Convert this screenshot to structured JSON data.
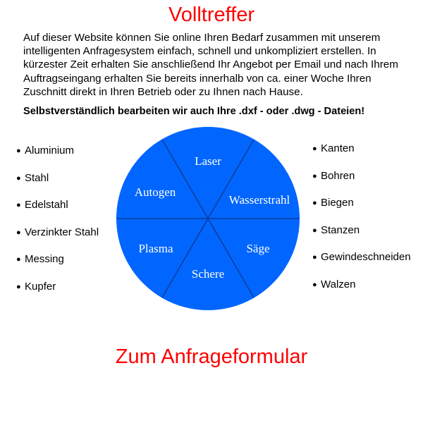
{
  "title": "Volltreffer",
  "intro": "Auf dieser Website können Sie online Ihren Bedarf zusammen mit unserem intelligenten Anfragesystem einfach, schnell und unkompliziert erstellen. In kürzester Zeit erhalten Sie anschließend Ihr Angebot per Email und nach Ihrem Auftragseingang erhalten Sie bereits innerhalb von ca. einer Woche Ihren Zuschnitt direkt in Ihren Betrieb oder zu Ihnen nach Hause.",
  "file_note": "Selbstverständlich bearbeiten wir auch Ihre .dxf - oder .dwg - Dateien!",
  "bullet": "●",
  "materials": [
    "Aluminium",
    "Stahl",
    "Edelstahl",
    "Verzinkter Stahl",
    "Messing",
    "Kupfer"
  ],
  "processes": [
    "Kanten",
    "Bohren",
    "Biegen",
    "Stanzen",
    "Gewindeschneiden",
    "Walzen"
  ],
  "wheel": {
    "color": "#0066ff",
    "segments": [
      "Laser",
      "Wasserstrahl",
      "Säge",
      "Schere",
      "Plasma",
      "Autogen"
    ]
  },
  "cta": "Zum Anfrageformular",
  "colors": {
    "accent": "#ff0000"
  }
}
